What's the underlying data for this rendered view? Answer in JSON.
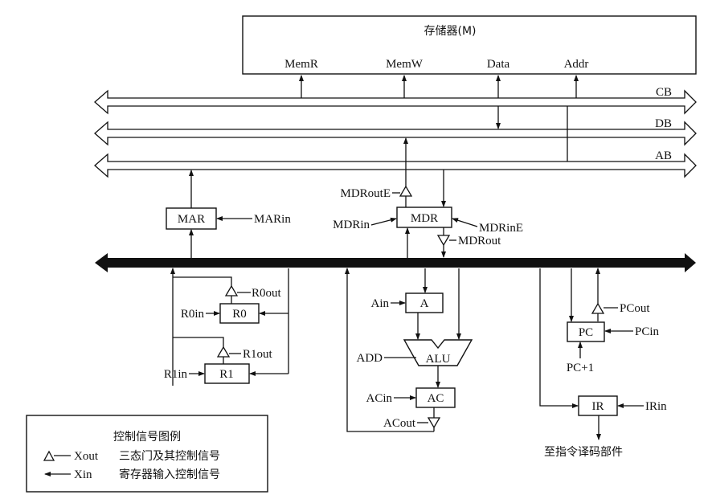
{
  "memory": {
    "title": "存储器(M)",
    "ports": [
      "MemR",
      "MemW",
      "Data",
      "Addr"
    ]
  },
  "buses": {
    "cb": "CB",
    "db": "DB",
    "ab": "AB"
  },
  "registers": {
    "mar": "MAR",
    "mdr": "MDR",
    "r0": "R0",
    "r1": "R1",
    "a": "A",
    "alu": "ALU",
    "ac": "AC",
    "pc": "PC",
    "ir": "IR"
  },
  "signals": {
    "mar_in": "MARin",
    "mdr_out_e": "MDRoutE",
    "mdr_in": "MDRin",
    "mdr_in_e": "MDRinE",
    "mdr_out": "MDRout",
    "r0_out": "R0out",
    "r0_in": "R0in",
    "r1_out": "R1out",
    "r1_in": "R1in",
    "a_in": "Ain",
    "add": "ADD",
    "ac_in": "ACin",
    "ac_out": "ACout",
    "pc_out": "PCout",
    "pc_in": "PCin",
    "pc_inc": "PC+1",
    "ir_in": "IRin",
    "ir_dest": "至指令译码部件"
  },
  "legend": {
    "title": "控制信号图例",
    "rows": [
      {
        "symbol": "△—",
        "signal": "Xout",
        "desc": "三态门及其控制信号"
      },
      {
        "symbol": "←—",
        "signal": "Xin",
        "desc": "寄存器输入控制信号"
      }
    ]
  }
}
